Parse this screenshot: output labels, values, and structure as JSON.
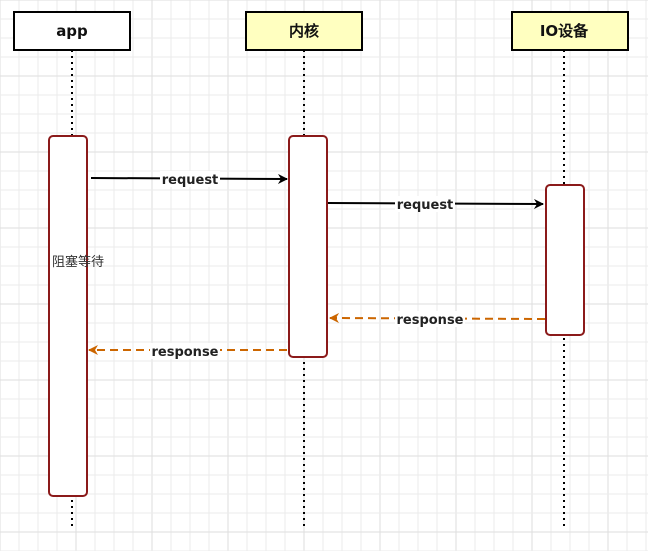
{
  "participants": [
    {
      "id": "app",
      "label": "app",
      "fill": "#ffffff"
    },
    {
      "id": "kernel",
      "label": "内核",
      "fill": "#ffffc0"
    },
    {
      "id": "io",
      "label": "IO设备",
      "fill": "#ffffc0"
    }
  ],
  "messages": {
    "request_app_to_kernel": "request",
    "request_kernel_to_io": "request",
    "response_io_to_kernel": "response",
    "response_kernel_to_app": "response"
  },
  "notes": {
    "app_activation": "阻塞等待"
  },
  "colors": {
    "activation_border": "#8b1a1a",
    "return_arrow": "#cc6600",
    "request_arrow": "#000000"
  }
}
